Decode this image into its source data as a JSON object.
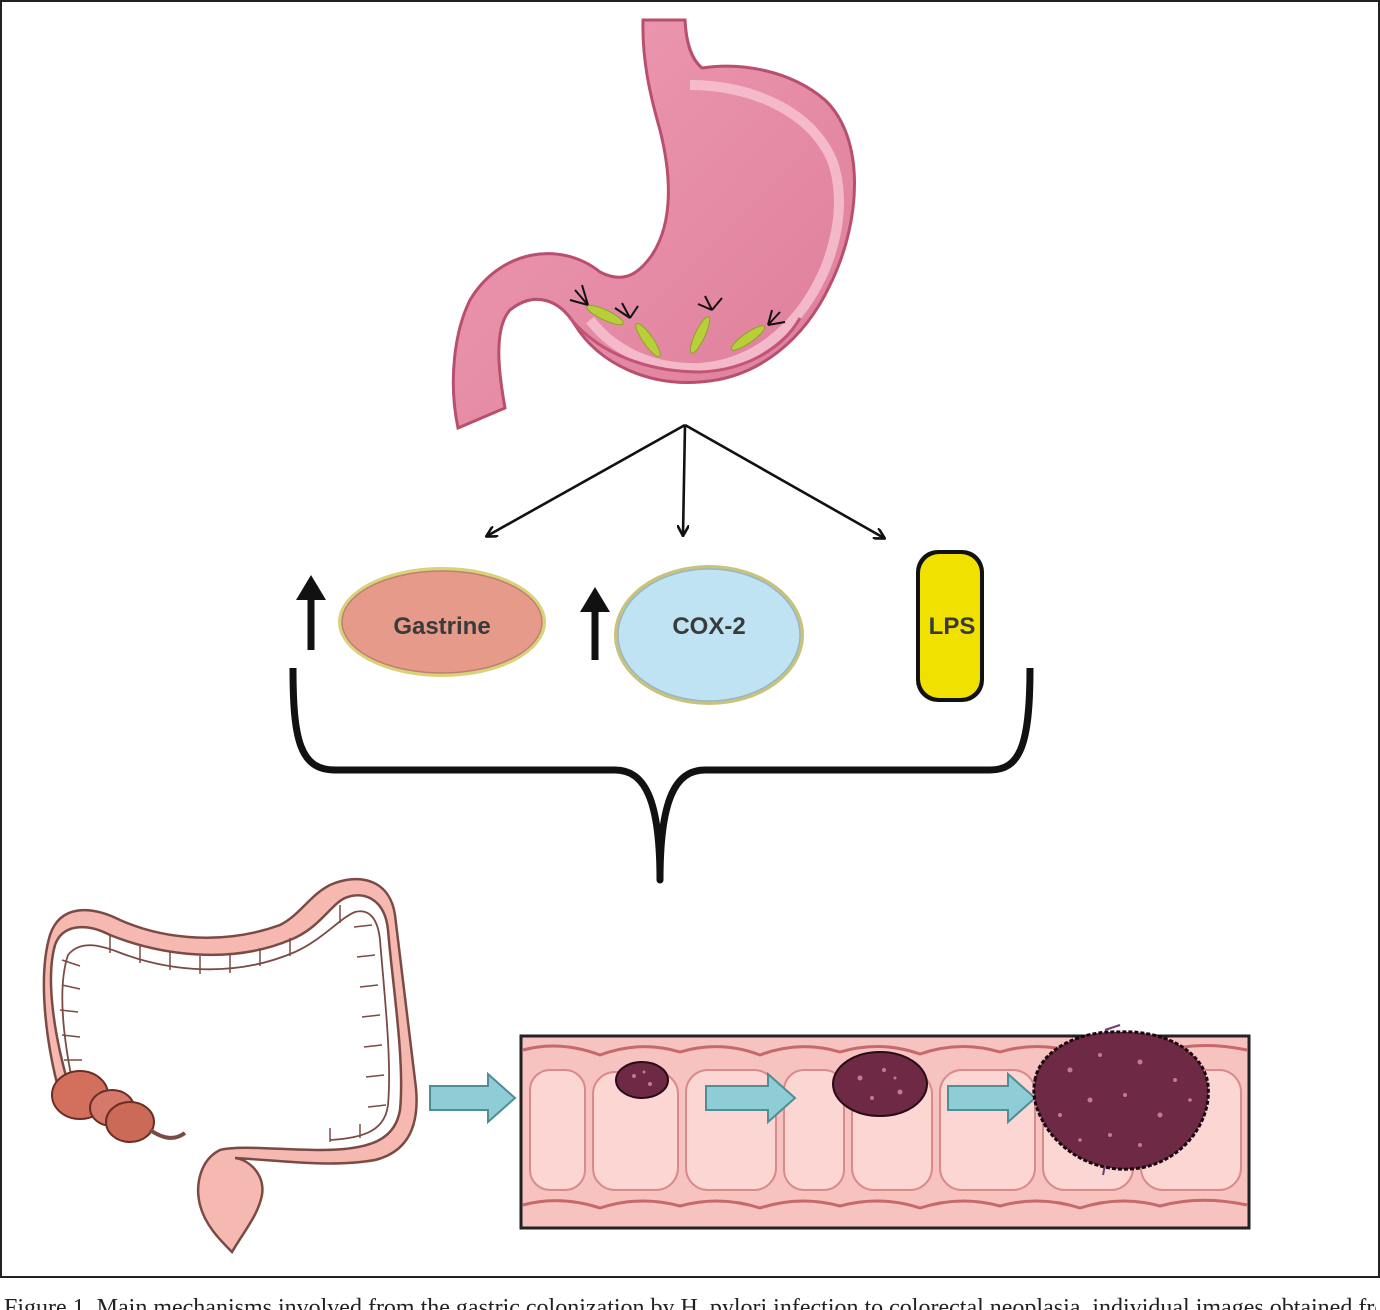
{
  "diagram": {
    "labels": {
      "gastrine": "Gastrine",
      "cox2": "COX-2",
      "lps": "LPS"
    },
    "colors": {
      "stomach": "#e98fa8",
      "gastrine_fill": "#e59a8a",
      "cox2_fill": "#bfe3f2",
      "lps_fill": "#f0e100",
      "arrow_teal": "#8fcdd6",
      "polyp": "#6e2a44",
      "colon": "#f5b9b1"
    }
  },
  "caption": {
    "text": "Figure 1. Main mechanisms involved from the gastric colonization by H. pylori infection to colorectal neoplasia, individual images obtained from"
  }
}
